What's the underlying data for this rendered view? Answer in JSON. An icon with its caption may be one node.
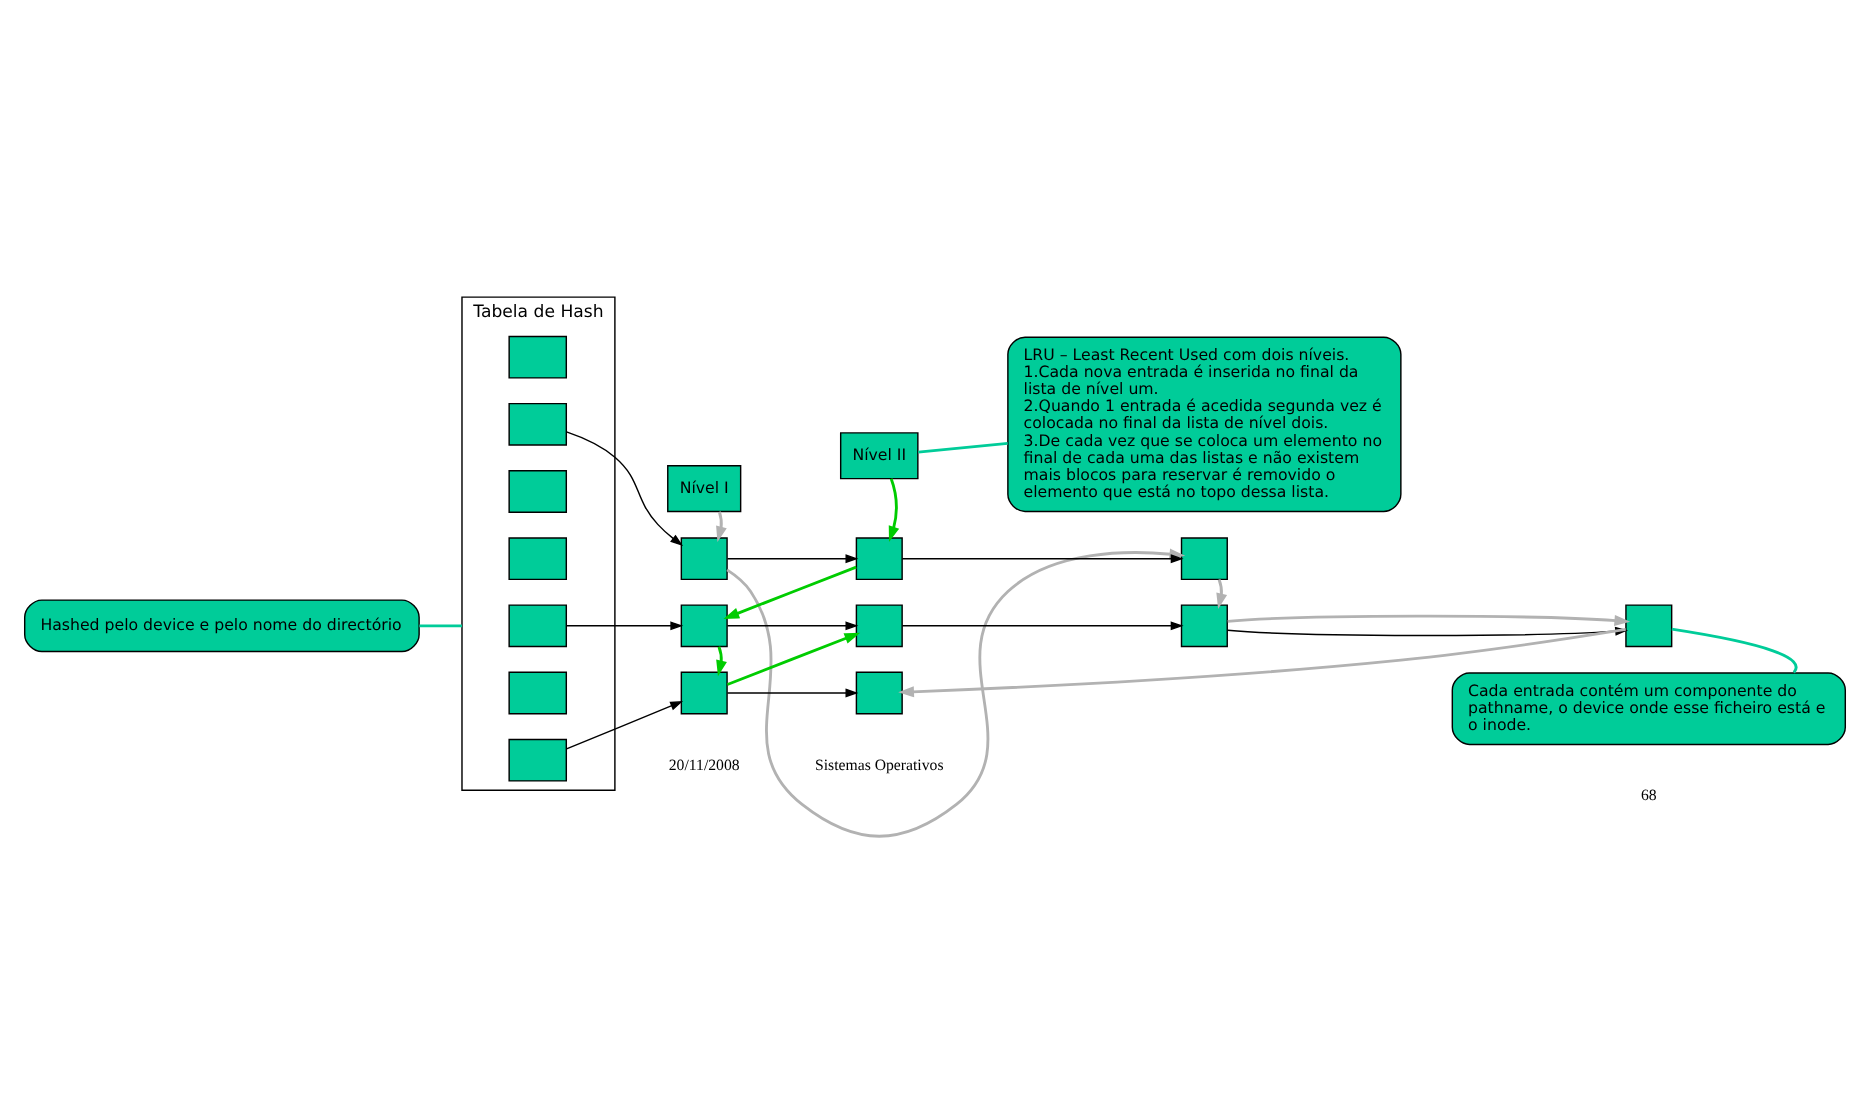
{
  "diagram": {
    "nodes": [
      {
        "text": [
          "Tabela de Hash"
        ]
      },
      {
        "text": [],
        "shape": "box",
        "in": 0
      },
      {
        "text": [],
        "shape": "box",
        "in": 0
      },
      {
        "text": [],
        "shape": "box",
        "in": 0
      },
      {
        "text": [],
        "shape": "box",
        "in": 0
      },
      {
        "text": [],
        "shape": "box",
        "in": 0
      },
      {
        "text": [],
        "shape": "box",
        "in": 0
      },
      {
        "text": [],
        "shape": "box",
        "in": 0
      },
      {
        "text": [
          "Nível I"
        ]
      },
      {
        "text": [
          "Nível II"
        ]
      },
      {
        "text": [],
        "shape": "box"
      },
      {
        "text": [],
        "shape": "box"
      },
      {
        "text": [],
        "shape": "box"
      },
      {
        "text": [],
        "shape": "box"
      },
      {
        "text": [],
        "shape": "box"
      },
      {
        "text": [],
        "shape": "box"
      },
      {
        "text": [],
        "shape": "box"
      },
      {
        "text": [],
        "shape": "box"
      },
      {
        "text": [],
        "shape": "box"
      },
      {
        "text": [
          "Hashed pelo device e pelo nome do directório"
        ]
      },
      {
        "text": [
          "LRU – Least Recent Used com dois níveis.",
          "1.Cada nova entrada é inserida no final da lista de nível um.",
          "2.Quando 1 entrada é acedida segunda vez é colocada no final da lista de nível dois.",
          "3.De cada vez que se coloca um elemento no final de cada uma das listas e não existem mais blocos para reservar é removido o elemento que está no topo dessa lista."
        ]
      },
      {
        "text": [
          "Cada entrada contém um componente do pathname, o device onde esse ficheiro está e o inode."
        ]
      }
    ],
    "edges": [
      {
        "from": 2,
        "to": 10,
        "arrow": "to"
      },
      {
        "from": 10,
        "to": 11,
        "arrow": "to"
      },
      {
        "from": 11,
        "to": 12,
        "arrow": "to"
      },
      {
        "from": 4,
        "to": 13,
        "arrow": "to"
      },
      {
        "from": 13,
        "to": 14,
        "arrow": "to"
      },
      {
        "from": 14,
        "to": 15,
        "arrow": "to"
      },
      {
        "from": 15,
        "to": 16,
        "arrow": "to"
      },
      {
        "from": 6,
        "to": 17,
        "arrow": "to"
      },
      {
        "from": 17,
        "to": 18,
        "arrow": "to"
      },
      {
        "from": 8,
        "to": 10,
        "arrow": "to",
        "color": "#b2b2b2"
      },
      {
        "from": 9,
        "to": 11,
        "arrow": "to",
        "color": "#00cc00"
      },
      {
        "from": 10,
        "to": 12,
        "arrow": "to",
        "color": "#b2b2b2"
      },
      {
        "from": 11,
        "to": 13,
        "arrow": "to",
        "color": "#00cc00"
      },
      {
        "from": 12,
        "to": 15,
        "arrow": "to",
        "color": "#b2b2b2"
      },
      {
        "from": 13,
        "to": 17,
        "arrow": "to",
        "color": "#00cc00"
      },
      {
        "from": 17,
        "to": 14,
        "arrow": "to",
        "color": "#00cc00"
      },
      {
        "from": 15,
        "to": 16,
        "arrow": "to",
        "color": "#b2b2b2"
      },
      {
        "from": 16,
        "to": 18,
        "arrow": "to",
        "color": "#b2b2b2"
      },
      {
        "from": 19,
        "to": 0,
        "arrow": "none",
        "color": "#00cc99"
      },
      {
        "from": 20,
        "to": 9,
        "arrow": "none",
        "color": "#00cc99"
      },
      {
        "from": 21,
        "to": 16,
        "arrow": "none",
        "color": "#00cc99"
      }
    ],
    "labels": [
      "20/11/2008",
      "Sistemas Operativos",
      "68"
    ]
  }
}
